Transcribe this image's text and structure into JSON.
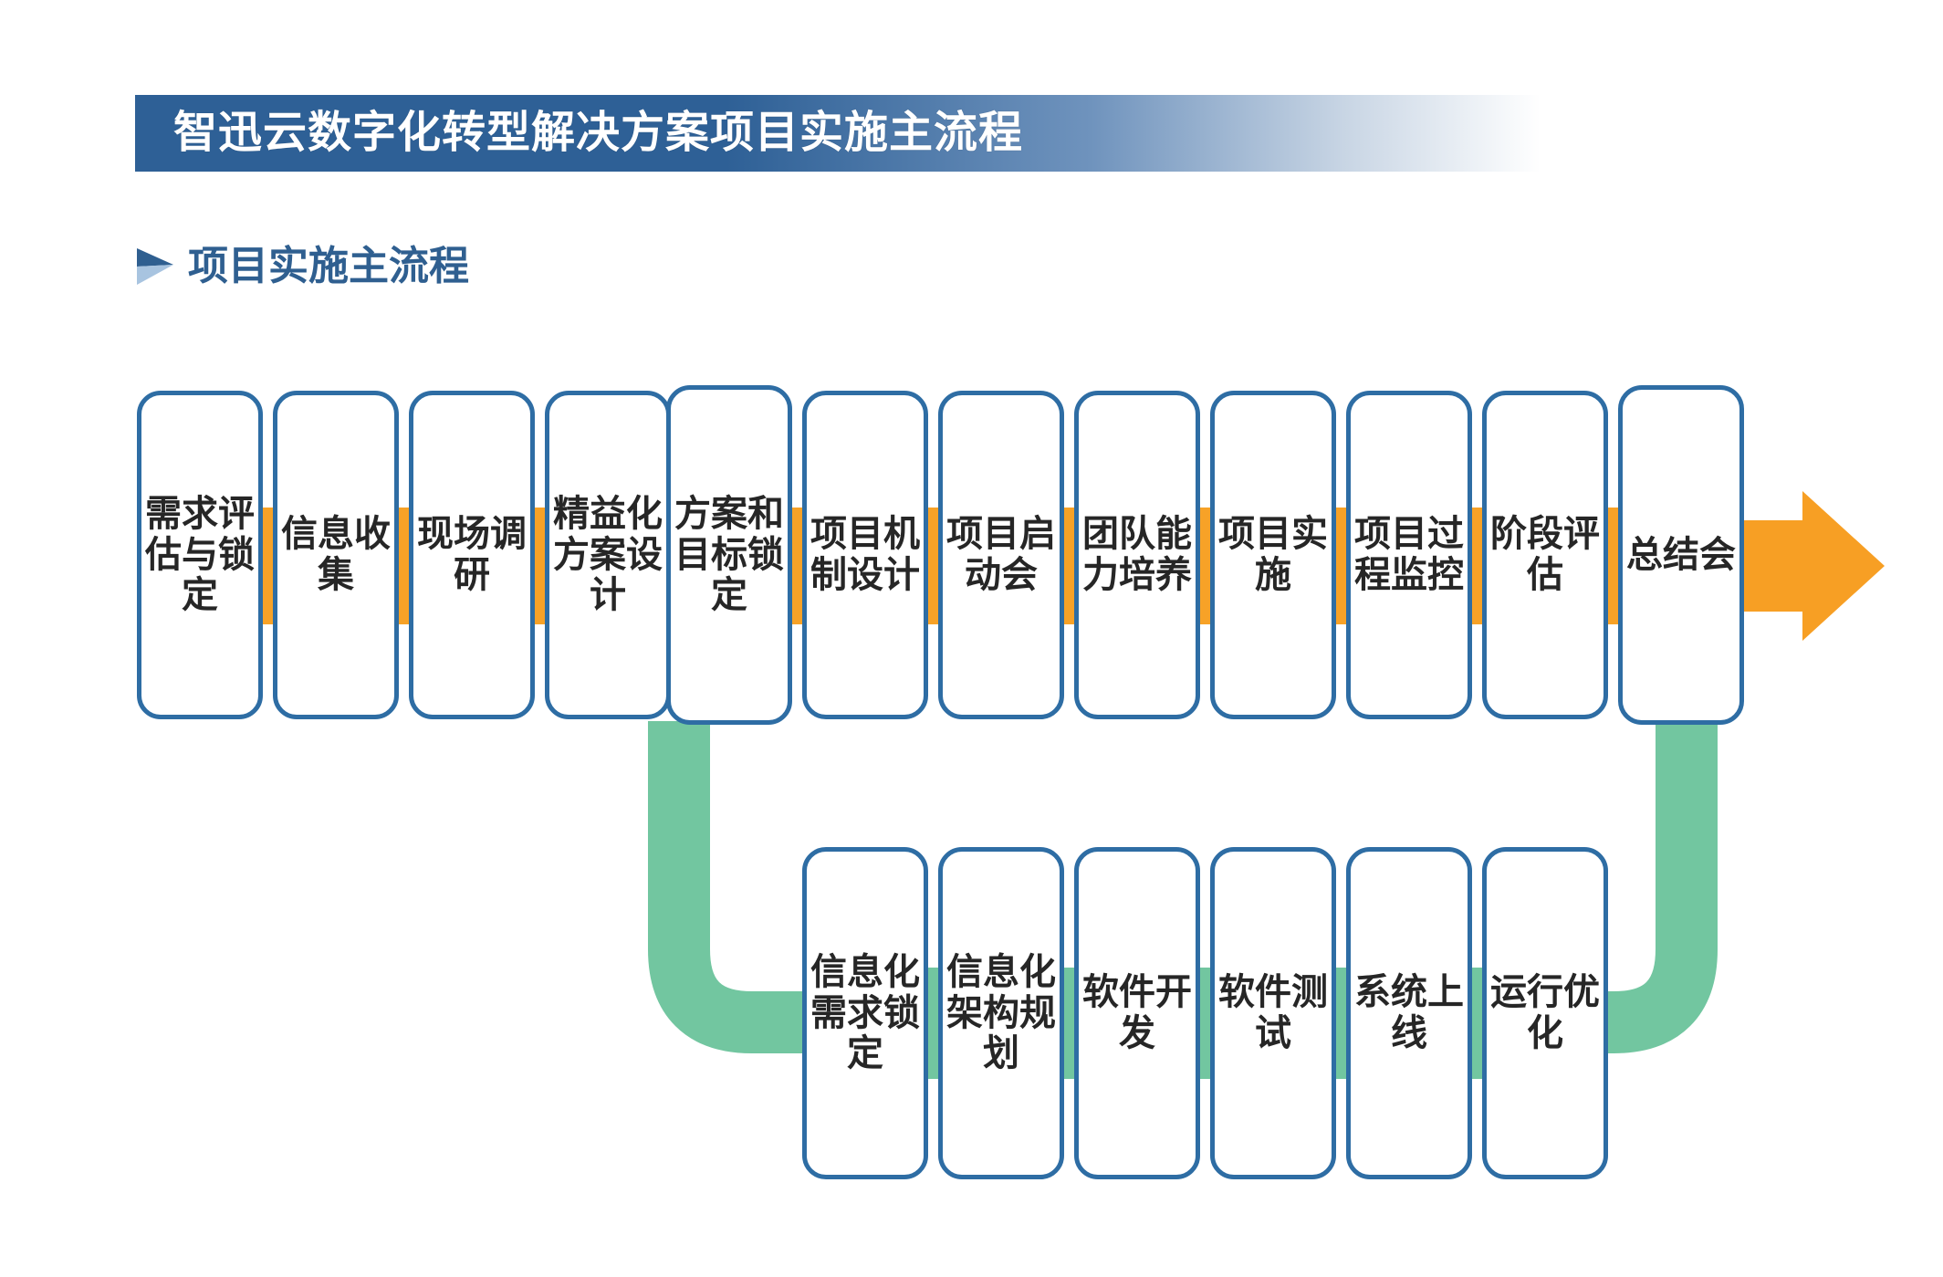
{
  "header": {
    "title": "智迅云数字化转型解决方案项目实施主流程",
    "gradient_from": "#2e6096",
    "gradient_to": "#ffffff"
  },
  "section": {
    "bullet_icon": "arrow-bullet-icon",
    "label": "项目实施主流程",
    "color": "#2f5f90"
  },
  "colors": {
    "box_border": "#2e6da4",
    "box_fill": "#ffffff",
    "connector_orange": "#f7a227",
    "connector_green": "#72c6a0",
    "text": "#262626",
    "end_arrow": "#f79f24"
  },
  "flow": {
    "top_row": [
      {
        "id": "step-1",
        "label": "需求评估与锁定"
      },
      {
        "id": "step-2",
        "label": "信息收集"
      },
      {
        "id": "step-3",
        "label": "现场调研"
      },
      {
        "id": "step-4",
        "label": "精益化方案设计"
      },
      {
        "id": "step-5",
        "label": "方案和目标锁定"
      },
      {
        "id": "step-6",
        "label": "项目机制设计"
      },
      {
        "id": "step-7",
        "label": "项目启动会"
      },
      {
        "id": "step-8",
        "label": "团队能力培养"
      },
      {
        "id": "step-9",
        "label": "项目实施"
      },
      {
        "id": "step-10",
        "label": "项目过程监控"
      },
      {
        "id": "step-11",
        "label": "阶段评估"
      },
      {
        "id": "step-12",
        "label": "总结会"
      }
    ],
    "bottom_row": [
      {
        "id": "step-13",
        "label": "信息化需求锁定"
      },
      {
        "id": "step-14",
        "label": "信息化架构规划"
      },
      {
        "id": "step-15",
        "label": "软件开发"
      },
      {
        "id": "step-16",
        "label": "软件测试"
      },
      {
        "id": "step-17",
        "label": "系统上线"
      },
      {
        "id": "step-18",
        "label": "运行优化"
      }
    ],
    "end_arrow_icon": "right-arrow-icon"
  }
}
